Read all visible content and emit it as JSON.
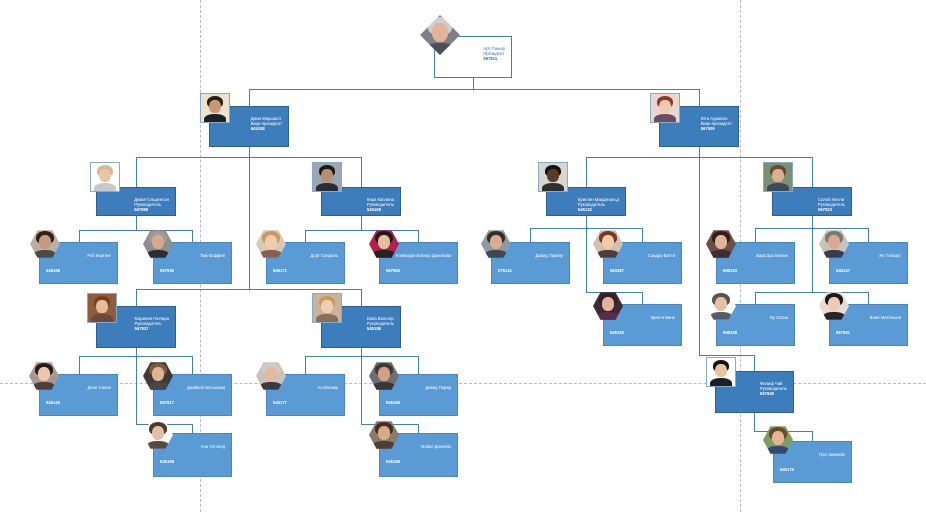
{
  "nodes": [
    {
      "id": "root",
      "name": "Арт Гоньер",
      "title": "Президент",
      "number": "567811",
      "style": "white",
      "photo": "dia",
      "palette": {
        "bg": "#7f7f8a",
        "hair": "#cfcfcf",
        "skin": "#e2b59a",
        "body": "#4d4d55"
      }
    },
    {
      "id": "a1",
      "name": "Джин Маршалл",
      "title": "Вице-президент",
      "number": "545188",
      "style": "dark",
      "photo": "sq",
      "palette": {
        "bg": "#e9e3d0",
        "hair": "#2a1d14",
        "skin": "#c89876",
        "body": "#1f1f22"
      }
    },
    {
      "id": "a2",
      "name": "Юта Адамсон",
      "title": "Вице-президент",
      "number": "567009",
      "style": "dark",
      "photo": "sq",
      "palette": {
        "bg": "#e8d6cf",
        "hair": "#8b3b25",
        "skin": "#f0c8b2",
        "body": "#6b4d63"
      }
    },
    {
      "id": "b1",
      "name": "Джим Гольденсон",
      "title": "Руководитель",
      "number": "567850",
      "style": "dark",
      "photo": "sq",
      "palette": {
        "bg": "#ffffff",
        "hair": "#d8b990",
        "skin": "#eac4a6",
        "body": "#c9c9c9"
      }
    },
    {
      "id": "b2",
      "name": "Кира Каплена",
      "title": "Руководитель",
      "number": "545158",
      "style": "dark",
      "photo": "sq",
      "palette": {
        "bg": "#9aa6b4",
        "hair": "#1d1a18",
        "skin": "#b98d6f",
        "body": "#2b2b34"
      }
    },
    {
      "id": "b3",
      "name": "Кристин Макдональд",
      "title": "Руководитель",
      "number": "545132",
      "style": "dark",
      "photo": "sq",
      "palette": {
        "bg": "#d9d6cf",
        "hair": "#141210",
        "skin": "#5b3a2c",
        "body": "#2f2f2f"
      }
    },
    {
      "id": "b4",
      "name": "Салой Лилли",
      "title": "Руководитель",
      "number": "567923",
      "style": "dark",
      "photo": "sq",
      "palette": {
        "bg": "#7b8f74",
        "hair": "#6a4a2e",
        "skin": "#dcb08e",
        "body": "#3d4a5c"
      }
    },
    {
      "id": "c1",
      "name": "Роб Кертинг",
      "title": "",
      "number": "545168",
      "style": "light",
      "photo": "hex",
      "palette": {
        "bg": "#b8b0a6",
        "hair": "#2e2218",
        "skin": "#c79a7d",
        "body": "#4e4a48"
      }
    },
    {
      "id": "c2",
      "name": "Тим Коффин",
      "title": "",
      "number": "567935",
      "style": "light",
      "photo": "hex",
      "palette": {
        "bg": "#8c8e91",
        "hair": "#a09a92",
        "skin": "#d5a98e",
        "body": "#2c2c31"
      }
    },
    {
      "id": "c3",
      "name": "Дорт Спираль",
      "title": "",
      "number": "545171",
      "style": "light",
      "photo": "hex",
      "palette": {
        "bg": "#d8c8b8",
        "hair": "#c79b60",
        "skin": "#efcbb0",
        "body": "#8a5f4f"
      }
    },
    {
      "id": "c4",
      "name": "КлиВорри Бэйнор Данилова",
      "title": "",
      "number": "567653",
      "style": "light",
      "photo": "hex",
      "palette": {
        "bg": "#b51f4c",
        "hair": "#24191a",
        "skin": "#e7bd9f",
        "body": "#2a1f25"
      }
    },
    {
      "id": "c5",
      "name": "Давид Паркер",
      "title": "",
      "number": "575141",
      "style": "light",
      "photo": "hex",
      "palette": {
        "bg": "#8d9aa5",
        "hair": "#3b2e22",
        "skin": "#dcac8e",
        "body": "#3f4752"
      }
    },
    {
      "id": "c6",
      "name": "Сандра Витти",
      "title": "",
      "number": "563487",
      "style": "light",
      "photo": "hex",
      "palette": {
        "bg": "#d1c1ae",
        "hair": "#7a3a1f",
        "skin": "#f0c9ae",
        "body": "#503c3a"
      }
    },
    {
      "id": "c7",
      "name": "Кристи Вина",
      "title": "",
      "number": "545183",
      "style": "light",
      "photo": "hex",
      "palette": {
        "bg": "#3c2a36",
        "hair": "#3a2020",
        "skin": "#e2b2a2",
        "body": "#5d2b45"
      }
    },
    {
      "id": "c8",
      "name": "ВарСара Малин",
      "title": "",
      "number": "558193",
      "style": "light",
      "photo": "hex",
      "palette": {
        "bg": "#6a4f46",
        "hair": "#341d14",
        "skin": "#e0b49b",
        "body": "#3f2f32"
      }
    },
    {
      "id": "c9",
      "name": "Ян Тэлкорт",
      "title": "",
      "number": "545147",
      "style": "light",
      "photo": "hex",
      "palette": {
        "bg": "#c8c3ba",
        "hair": "#7a7a74",
        "skin": "#d9aa8d",
        "body": "#3b3d4d"
      }
    },
    {
      "id": "c10",
      "name": "Ву Сатиа",
      "title": "",
      "number": "558158",
      "style": "light",
      "photo": "hex",
      "palette": {
        "bg": "#ffffff",
        "hair": "#5c5450",
        "skin": "#e6c0a4",
        "body": "#555c68"
      }
    },
    {
      "id": "c11",
      "name": "Влия МаСеньев",
      "title": "",
      "number": "567941",
      "style": "light",
      "photo": "hex",
      "palette": {
        "bg": "#e7dcd2",
        "hair": "#1f1715",
        "skin": "#f0c9b4",
        "body": "#2c2327"
      }
    },
    {
      "id": "b5",
      "name": "Маринин Гончара",
      "title": "Руководитель",
      "number": "567937",
      "style": "dark",
      "photo": "sq",
      "palette": {
        "bg": "#8c5d3f",
        "hair": "#7c3f1c",
        "skin": "#e9bb9c",
        "body": "#6b4a3a"
      }
    },
    {
      "id": "b6",
      "name": "Вова Вальтер",
      "title": "Руководитель",
      "number": "545188",
      "style": "dark",
      "photo": "sq",
      "palette": {
        "bg": "#c9b49b",
        "hair": "#c89a5c",
        "skin": "#f1ceb1",
        "body": "#8a6f57"
      }
    },
    {
      "id": "b7",
      "name": "Филиф Чай",
      "title": "Руководитель",
      "number": "567845",
      "style": "dark",
      "photo": "sq",
      "palette": {
        "bg": "#ffffff",
        "hair": "#111111",
        "skin": "#e8c39f",
        "body": "#1d1f2a"
      }
    },
    {
      "id": "d1",
      "name": "Дене Силен",
      "title": "",
      "number": "545144",
      "style": "light",
      "photo": "hex",
      "palette": {
        "bg": "#a69a8f",
        "hair": "#2a1a12",
        "skin": "#efc6ad",
        "body": "#4f3f3c"
      }
    },
    {
      "id": "d2",
      "name": "Джейкоб Мэтьюзом",
      "title": "",
      "number": "567817",
      "style": "light",
      "photo": "hex",
      "palette": {
        "bg": "#3d3937",
        "hair": "#7d5a3c",
        "skin": "#e0b394",
        "body": "#48464a"
      }
    },
    {
      "id": "d3",
      "name": "Кэн Уотсенд",
      "title": "",
      "number": "545158",
      "style": "light",
      "photo": "hex",
      "palette": {
        "bg": "#ffffff",
        "hair": "#4a3b2e",
        "skin": "#e7bea4",
        "body": "#59493f"
      }
    },
    {
      "id": "d4",
      "name": "Ан Валакр",
      "title": "",
      "number": "545177",
      "style": "light",
      "photo": "hex",
      "palette": {
        "bg": "#c9c3bb",
        "hair": "#cfcac4",
        "skin": "#e4baa0",
        "body": "#3c3a3f"
      }
    },
    {
      "id": "d5",
      "name": "Давид Первд",
      "title": "",
      "number": "545165",
      "style": "light",
      "photo": "hex",
      "palette": {
        "bg": "#6f6e70",
        "hair": "#403a36",
        "skin": "#d3a284",
        "body": "#383639"
      }
    },
    {
      "id": "d6",
      "name": "Майкл Донкейн",
      "title": "",
      "number": "545156",
      "style": "light",
      "photo": "hex",
      "palette": {
        "bg": "#8a7a6b",
        "hair": "#412f22",
        "skin": "#d9a98a",
        "body": "#4d3f35"
      }
    },
    {
      "id": "d7",
      "name": "Грег Кимкейн",
      "title": "",
      "number": "545176",
      "style": "light",
      "photo": "hex",
      "palette": {
        "bg": "#7e9b63",
        "hair": "#6a4a2c",
        "skin": "#e3b597",
        "body": "#354a6a"
      }
    }
  ]
}
